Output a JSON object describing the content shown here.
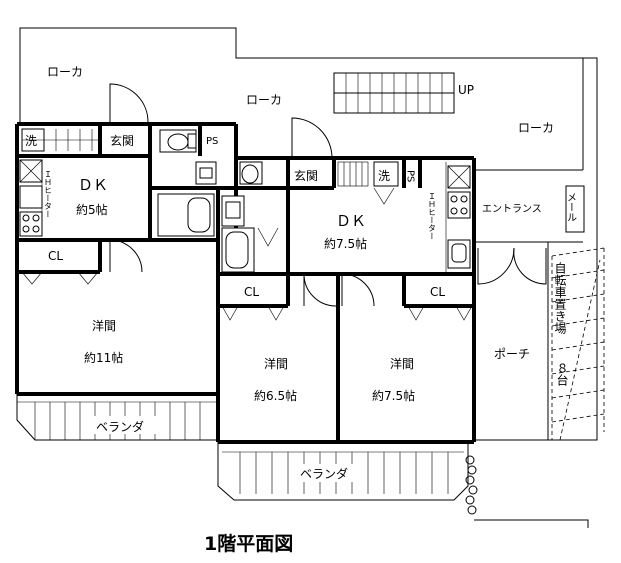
{
  "plan": {
    "title": "1階平面図",
    "up_label": "UP",
    "outdoor": {
      "roka_1": "ローカ",
      "roka_2": "ローカ",
      "roka_3": "ローカ",
      "entrance": "エントランス",
      "mail": "メール",
      "porch": "ポーチ",
      "parking_vertical": "自転車置き場",
      "parking_count": "８台",
      "veranda_1": "ベランダ",
      "veranda_2": "ベランダ"
    },
    "unit_a": {
      "wash": "洗",
      "genkan": "玄関",
      "ps": "PS",
      "dk_name": "ＤＫ",
      "dk_size": "約5帖",
      "ih": "ＩＨヒーター",
      "cl": "CL",
      "room_name": "洋間",
      "room_size": "約11帖"
    },
    "unit_b": {
      "genkan": "玄関",
      "wash": "洗",
      "ps": "PS",
      "dk_name": "ＤＫ",
      "dk_size": "約7.5帖",
      "ih": "ＩＨヒーター",
      "cl_1": "CL",
      "room1_name": "洋間",
      "room1_size": "約6.5帖",
      "cl_2": "CL",
      "room2_name": "洋間",
      "room2_size": "約7.5帖"
    }
  }
}
